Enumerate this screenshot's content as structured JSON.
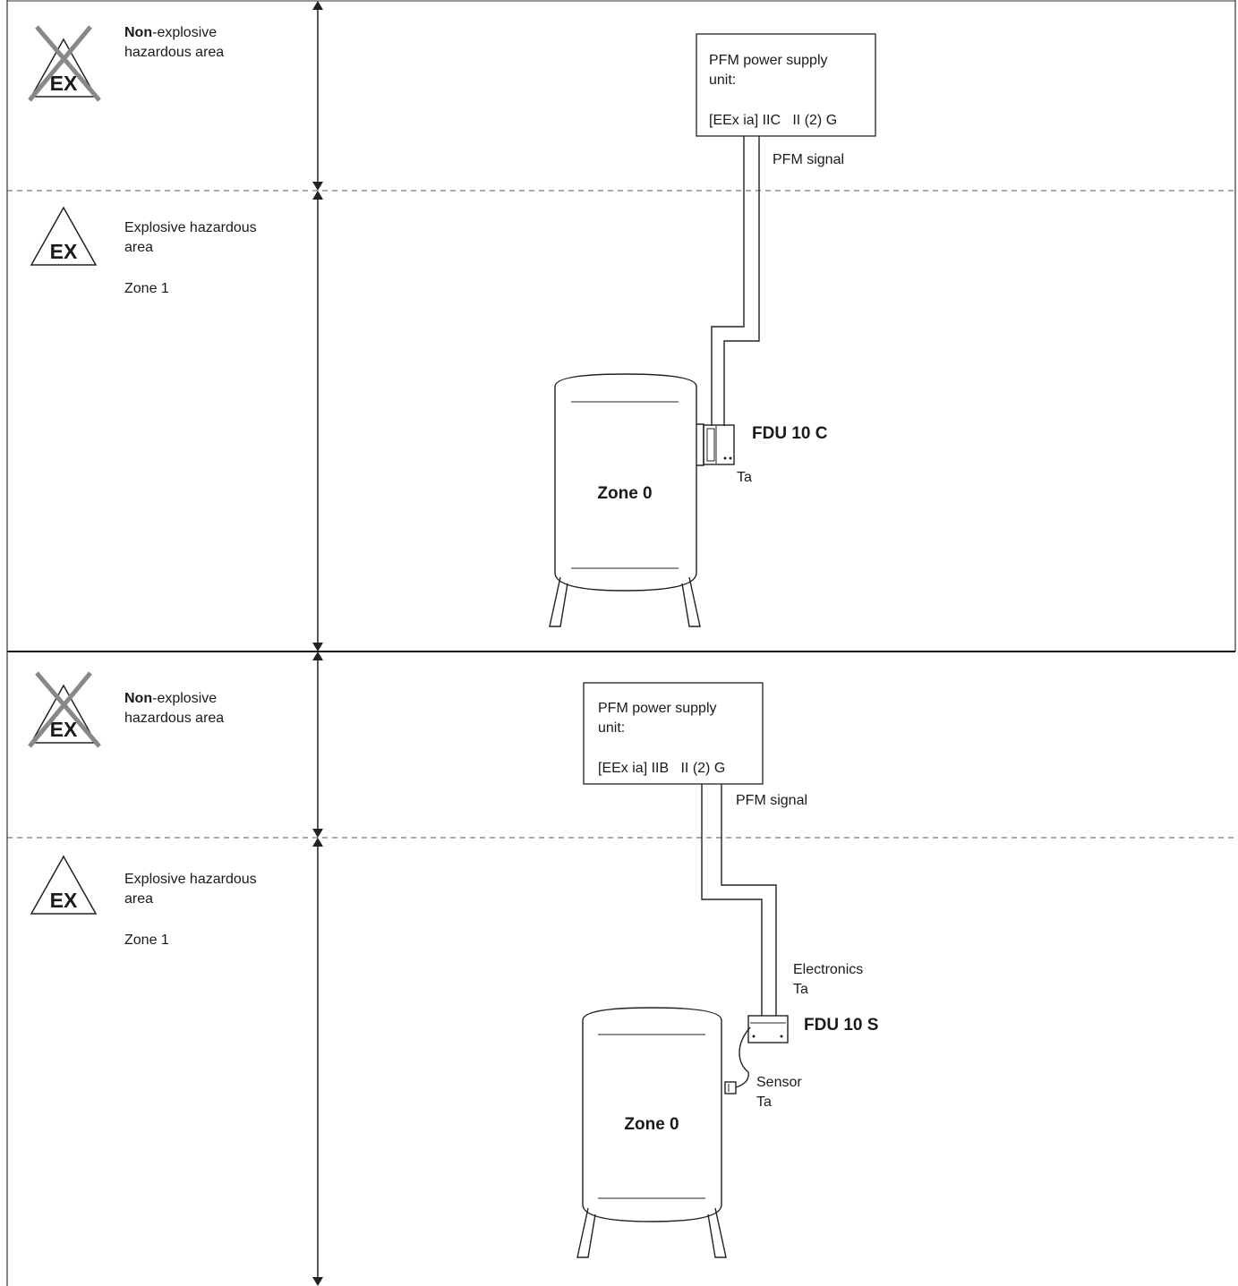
{
  "ex_symbol_label": "EX",
  "panel_top": {
    "non_explosive": {
      "bold": "Non",
      "rest": "-explosive",
      "line2": "hazardous area"
    },
    "explosive": {
      "line1": "Explosive hazardous",
      "line2": "area",
      "zone": "Zone 1"
    },
    "power_supply": {
      "line1": "PFM power supply",
      "line2": "unit:",
      "rating": "[EEx ia] IIC   II (2) G"
    },
    "signal_label": "PFM signal",
    "device_label": "FDU 10 C",
    "ta_label": "Ta",
    "tank_label": "Zone 0"
  },
  "panel_bottom": {
    "non_explosive": {
      "bold": "Non",
      "rest": "-explosive",
      "line2": "hazardous area"
    },
    "explosive": {
      "line1": "Explosive hazardous",
      "line2": "area",
      "zone": "Zone 1"
    },
    "power_supply": {
      "line1": "PFM power supply",
      "line2": "unit:",
      "rating": "[EEx ia] IIB   II (2) G"
    },
    "signal_label": "PFM signal",
    "electronics_label": "Electronics",
    "electronics_ta": "Ta",
    "device_label": "FDU 10 S",
    "sensor_label": "Sensor",
    "sensor_ta": "Ta",
    "tank_label": "Zone 0"
  }
}
